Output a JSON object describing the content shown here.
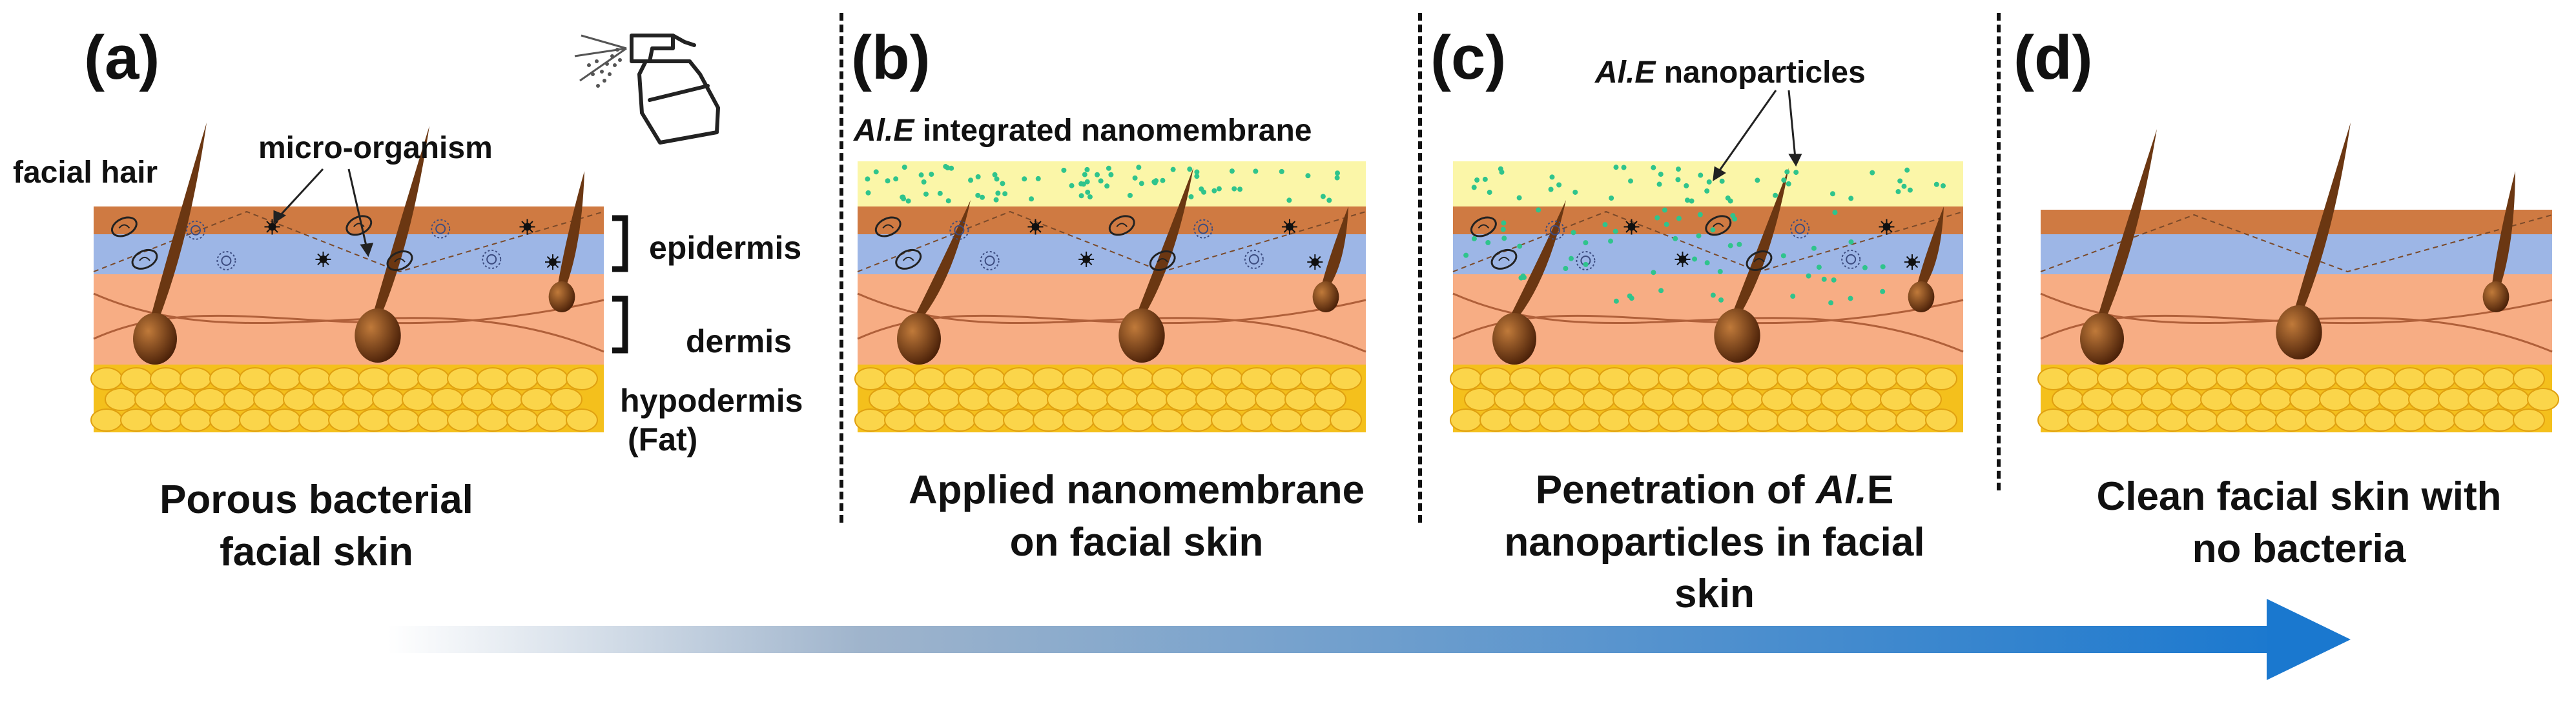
{
  "panels": [
    {
      "letter": "(a)",
      "caption_l1": "Porous bacterial",
      "caption_l2": "facial skin"
    },
    {
      "letter": "(b)",
      "caption_l1": "Applied nanomembrane",
      "caption_l2": "on facial skin"
    },
    {
      "letter": "(c)",
      "caption_l1_pre": "Penetration of ",
      "caption_l1_italic": "Al.",
      "caption_l1_post": "E",
      "caption_l2": "nanoparticles in facial",
      "caption_l3": "skin"
    },
    {
      "letter": "(d)",
      "caption_l1": "Clean facial skin with",
      "caption_l2": "no bacteria"
    }
  ],
  "labels": {
    "facial_hair": "facial hair",
    "micro_organism": "micro-organism",
    "epidermis": "epidermis",
    "dermis": "dermis",
    "hypodermis": "hypodermis",
    "fat": "(Fat)",
    "nanomembrane_italic": "Al.E",
    "nanomembrane_rest": " integrated nanomembrane",
    "nanoparticles_italic": "Al.E",
    "nanoparticles_rest": " nanoparticles"
  },
  "colors": {
    "nanomembrane": "#fbf6a8",
    "epidermis_top": "#cf7a42",
    "epidermis_blue": "#9db6e6",
    "dermis": "#f7ad84",
    "fat": "#f4c01c",
    "fat_cell": "#fbd54a",
    "hair": "#6b3712",
    "nanoparticle": "#2fc48c",
    "arrow": "#1a78cf"
  }
}
